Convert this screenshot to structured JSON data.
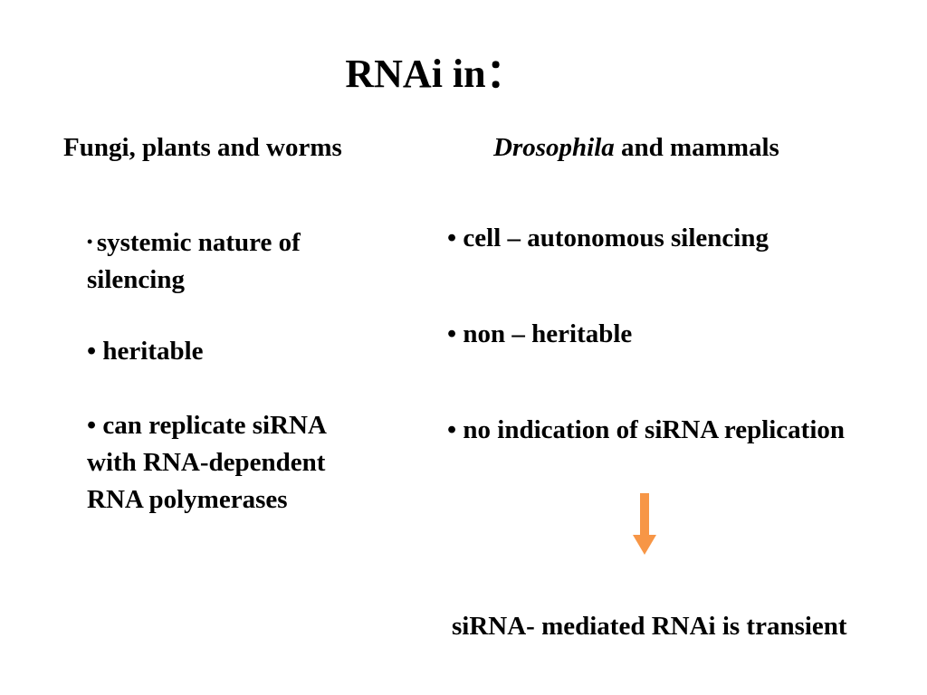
{
  "slide": {
    "title": "RNAi in：",
    "left_column": {
      "heading": "Fungi, plants and worms",
      "bullets": [
        "systemic nature of silencing",
        "heritable",
        "can replicate siRNA with RNA-dependent RNA polymerases"
      ]
    },
    "right_column": {
      "heading_italic": "Drosophila",
      "heading_rest": " and mammals",
      "bullets": [
        "cell – autonomous silencing",
        "non – heritable",
        "no indication of siRNA replication"
      ]
    },
    "conclusion": "siRNA- mediated RNAi is transient",
    "bullet_char": "• ",
    "arrow_icon": "down-arrow-icon",
    "arrow_color": "#F79646"
  }
}
